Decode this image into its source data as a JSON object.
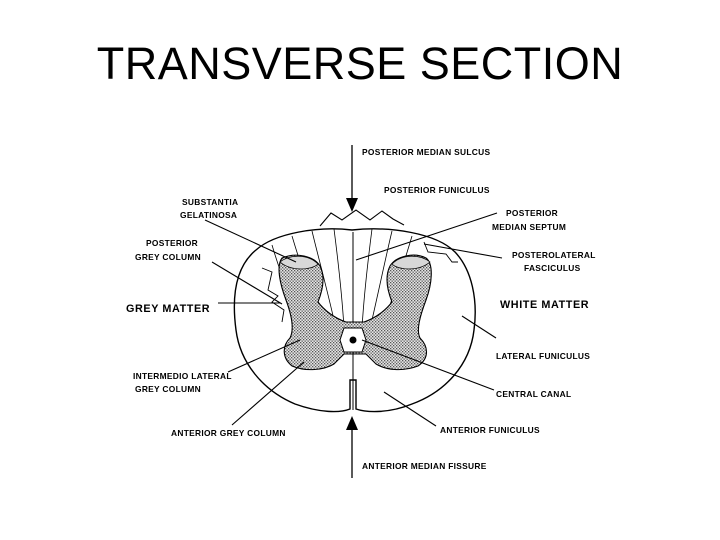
{
  "title": "TRANSVERSE SECTION",
  "labels": {
    "posterior_median_sulcus": "POSTERIOR MEDIAN SULCUS",
    "posterior_funiculus": "POSTERIOR FUNICULUS",
    "posterior_median_septum_1": "POSTERIOR",
    "posterior_median_septum_2": "MEDIAN SEPTUM",
    "posterolateral_fasciculus_1": "POSTEROLATERAL",
    "posterolateral_fasciculus_2": "FASCICULUS",
    "white_matter": "WHITE MATTER",
    "lateral_funiculus": "LATERAL FUNICULUS",
    "central_canal": "CENTRAL CANAL",
    "anterior_funiculus": "ANTERIOR FUNICULUS",
    "anterior_median_fissure": "ANTERIOR MEDIAN FISSURE",
    "substantia_gelatinosa_1": "SUBSTANTIA",
    "substantia_gelatinosa_2": "GELATINOSA",
    "posterior_grey_column_1": "POSTERIOR",
    "posterior_grey_column_2": "GREY COLUMN",
    "grey_matter": "GREY MATTER",
    "intermediolateral_grey_column_1": "INTERMEDIO LATERAL",
    "intermediolateral_grey_column_2": "GREY COLUMN",
    "anterior_grey_column": "ANTERIOR GREY COLUMN"
  },
  "colors": {
    "line": "#000000",
    "grey_matter_fill": "#bdbdbd",
    "background": "#ffffff"
  }
}
